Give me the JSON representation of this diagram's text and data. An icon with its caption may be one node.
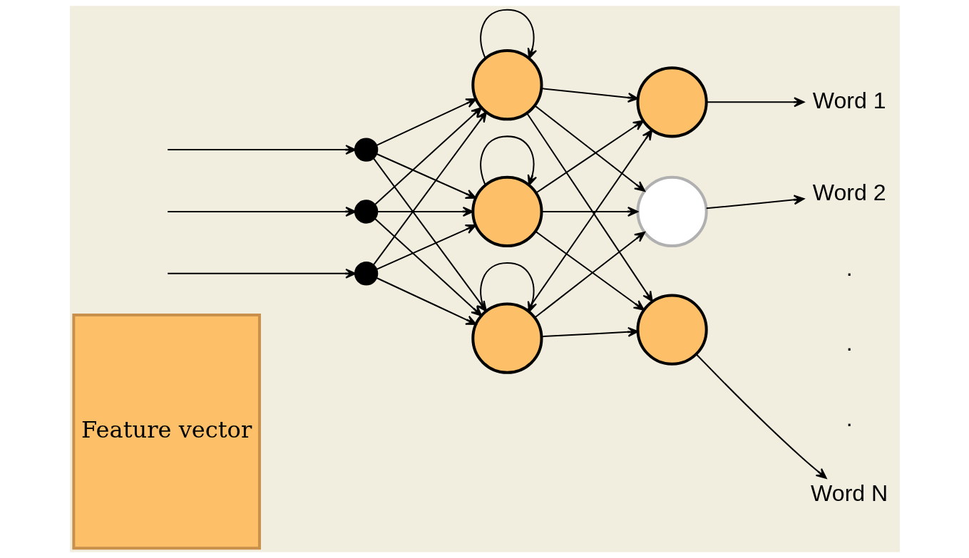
{
  "diagram": {
    "nodes": [
      {
        "text": [
          "Feature vector"
        ]
      },
      {
        "text": [],
        "shape": "circle"
      },
      {
        "text": [],
        "shape": "circle"
      },
      {
        "text": [],
        "shape": "circle"
      },
      {
        "text": [],
        "shape": "circle"
      },
      {
        "text": [],
        "shape": "circle"
      },
      {
        "text": [],
        "shape": "circle"
      },
      {
        "text": [],
        "shape": "circle"
      },
      {
        "text": [],
        "shape": "circle"
      },
      {
        "text": [],
        "shape": "circle"
      },
      {
        "text": [
          "Word 1"
        ]
      },
      {
        "text": [
          "Word 2"
        ]
      },
      {
        "text": [
          "Word N"
        ]
      }
    ],
    "edges": [
      {
        "from": null,
        "to": 1,
        "arrow": "to"
      },
      {
        "from": null,
        "to": 2,
        "arrow": "to"
      },
      {
        "from": null,
        "to": 3,
        "arrow": "to"
      },
      {
        "from": 1,
        "to": 4,
        "arrow": "to"
      },
      {
        "from": 1,
        "to": 5,
        "arrow": "to"
      },
      {
        "from": 1,
        "to": 6,
        "arrow": "to"
      },
      {
        "from": 2,
        "to": 4,
        "arrow": "to"
      },
      {
        "from": 2,
        "to": 5,
        "arrow": "to"
      },
      {
        "from": 2,
        "to": 6,
        "arrow": "to"
      },
      {
        "from": 3,
        "to": 4,
        "arrow": "to"
      },
      {
        "from": 3,
        "to": 5,
        "arrow": "to"
      },
      {
        "from": 3,
        "to": 6,
        "arrow": "to"
      },
      {
        "from": 4,
        "to": 4,
        "arrow": "to"
      },
      {
        "from": 5,
        "to": 5,
        "arrow": "to"
      },
      {
        "from": 6,
        "to": 6,
        "arrow": "to"
      },
      {
        "from": 4,
        "to": 7,
        "arrow": "to"
      },
      {
        "from": 4,
        "to": 8,
        "arrow": "to"
      },
      {
        "from": 4,
        "to": 9,
        "arrow": "to"
      },
      {
        "from": 5,
        "to": 7,
        "arrow": "to"
      },
      {
        "from": 5,
        "to": 8,
        "arrow": "to"
      },
      {
        "from": 5,
        "to": 9,
        "arrow": "to"
      },
      {
        "from": 6,
        "to": 7,
        "arrow": "to"
      },
      {
        "from": 6,
        "to": 8,
        "arrow": "to"
      },
      {
        "from": 6,
        "to": 9,
        "arrow": "to"
      },
      {
        "from": 7,
        "to": 10,
        "arrow": "to"
      },
      {
        "from": 8,
        "to": 11,
        "arrow": "to"
      },
      {
        "from": 9,
        "to": 12,
        "arrow": "to"
      }
    ],
    "labels": [
      ".",
      ".",
      "."
    ]
  }
}
